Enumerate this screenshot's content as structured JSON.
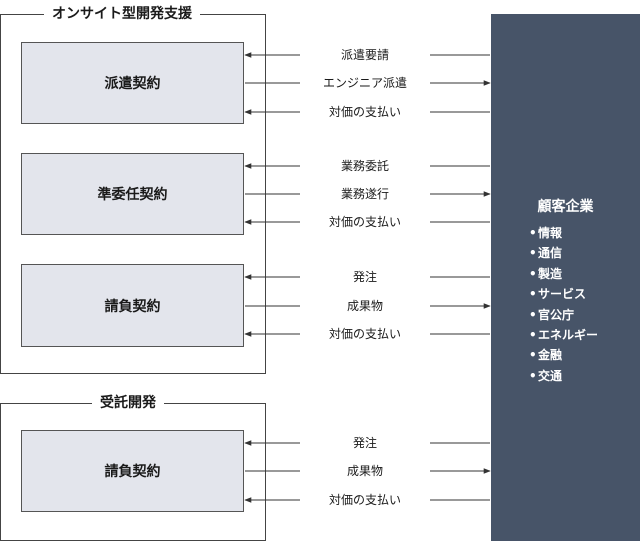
{
  "groups": [
    {
      "title": "オンサイト型開発支援",
      "contracts": [
        {
          "label": "派遣契約",
          "flows": [
            {
              "label": "派遣要請",
              "dir": "left"
            },
            {
              "label": "エンジニア派遣",
              "dir": "right"
            },
            {
              "label": "対価の支払い",
              "dir": "left"
            }
          ]
        },
        {
          "label": "準委任契約",
          "flows": [
            {
              "label": "業務委託",
              "dir": "left"
            },
            {
              "label": "業務遂行",
              "dir": "right"
            },
            {
              "label": "対価の支払い",
              "dir": "left"
            }
          ]
        },
        {
          "label": "請負契約",
          "flows": [
            {
              "label": "発注",
              "dir": "left"
            },
            {
              "label": "成果物",
              "dir": "right"
            },
            {
              "label": "対価の支払い",
              "dir": "left"
            }
          ]
        }
      ]
    },
    {
      "title": "受託開発",
      "contracts": [
        {
          "label": "請負契約",
          "flows": [
            {
              "label": "発注",
              "dir": "left"
            },
            {
              "label": "成果物",
              "dir": "right"
            },
            {
              "label": "対価の支払い",
              "dir": "left"
            }
          ]
        }
      ]
    }
  ],
  "client": {
    "title": "顧客企業",
    "bullet": "•",
    "industries": [
      "情報",
      "通信",
      "製造",
      "サービス",
      "官公庁",
      "エネルギー",
      "金融",
      "交通"
    ]
  },
  "colors": {
    "client_panel": "#475468",
    "contract_box": "#e3e5ec"
  }
}
